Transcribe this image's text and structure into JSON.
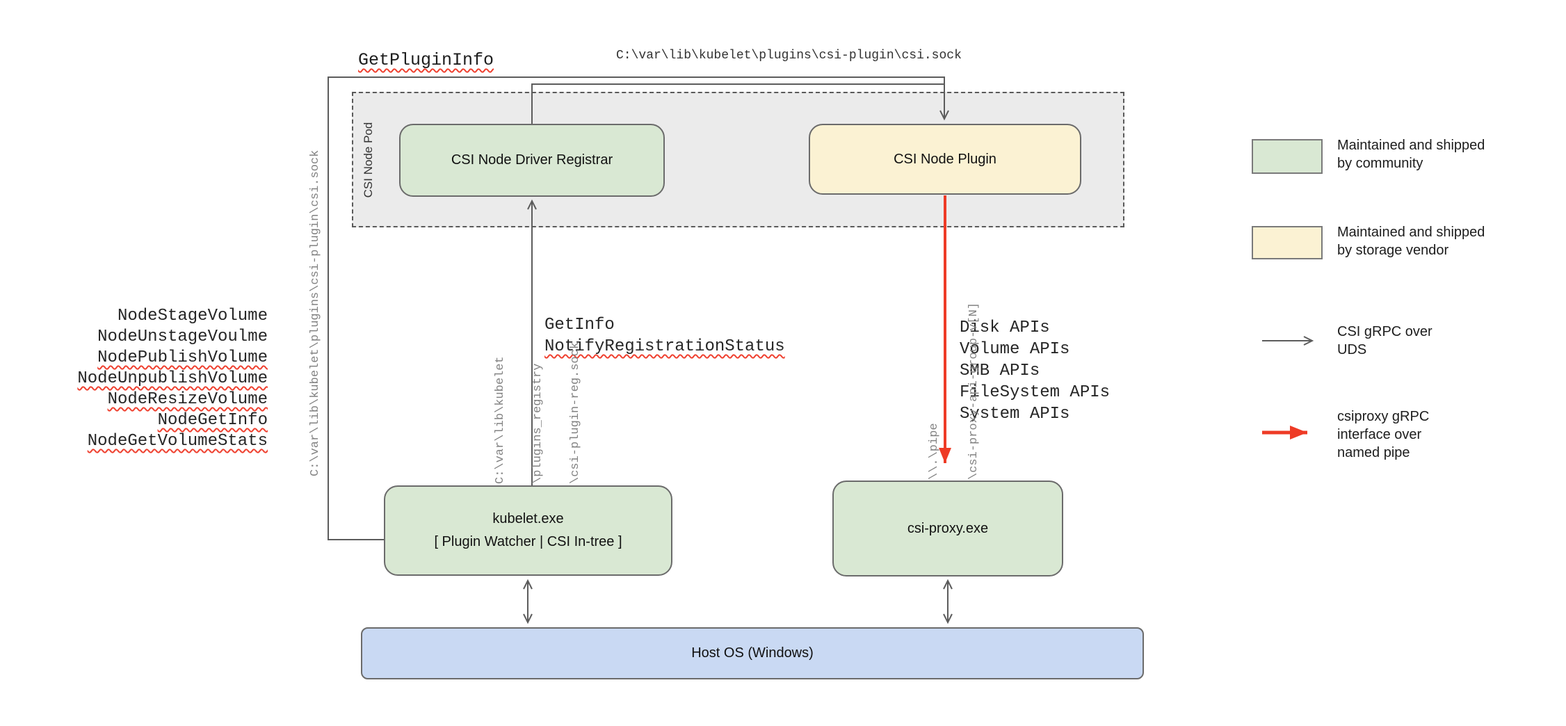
{
  "colors": {
    "community_green": "#d9e8d3",
    "vendor_yellow": "#fbf2d3",
    "host_blue": "#c9d9f3",
    "pod_gray": "#ebebeb",
    "wire_gray": "#5c5c5c",
    "pipe_red": "#ee3b26",
    "squiggle_red": "#ef4130",
    "path_label_gray": "#828282"
  },
  "pod": {
    "label": "CSI Node Pod"
  },
  "nodes": {
    "registrar": {
      "label": "CSI Node Driver Registrar"
    },
    "plugin": {
      "label": "CSI Node Plugin"
    },
    "kubelet": {
      "line1": "kubelet.exe",
      "line2": "[ Plugin Watcher | CSI In-tree ]"
    },
    "csiproxy": {
      "label": "csi-proxy.exe"
    },
    "hostos": {
      "label": "Host OS (Windows)"
    }
  },
  "labels": {
    "get_plugin_info": "GetPluginInfo",
    "top_socket_path": "C:\\var\\lib\\kubelet\\plugins\\csi-plugin\\csi.sock",
    "left_socket_path": "C:\\var\\lib\\kubelet\\plugins\\csi-plugin\\csi.sock",
    "registry_socket_lines": [
      "C:\\var\\lib\\kubelet",
      "\\plugins_registry",
      "\\csi-plugin-reg.sock"
    ],
    "pipe_lines": [
      "\\\\.\\pipe",
      "\\csi-proxy-api-group-v[N]"
    ],
    "get_info": "GetInfo",
    "notify_registration_status": "NotifyRegistrationStatus"
  },
  "left_calls": {
    "items": [
      {
        "label": "NodeStageVolume",
        "squiggle": false
      },
      {
        "label": "NodeUnstageVoulme",
        "squiggle": false
      },
      {
        "label": "NodePublishVolume",
        "squiggle": true
      },
      {
        "label": "NodeUnpublishVolume",
        "squiggle": true
      },
      {
        "label": "NodeResizeVolume",
        "squiggle": true
      },
      {
        "label": "NodeGetInfo",
        "squiggle": true
      },
      {
        "label": "NodeGetVolumeStats",
        "squiggle": true
      }
    ]
  },
  "api_calls": {
    "items": [
      "Disk APIs",
      "Volume APIs",
      "SMB APIs",
      "FileSystem APIs",
      "System APIs"
    ]
  },
  "legend": {
    "items": [
      {
        "swatch": "green-box",
        "lines": [
          "Maintained and shipped",
          "by community"
        ]
      },
      {
        "swatch": "yellow-box",
        "lines": [
          "Maintained and shipped",
          "by storage vendor"
        ]
      },
      {
        "swatch": "gray-arrow",
        "lines": [
          "CSI gRPC over",
          "UDS"
        ]
      },
      {
        "swatch": "red-arrow",
        "lines": [
          "csiproxy gRPC",
          "interface over",
          "named pipe"
        ]
      }
    ]
  }
}
